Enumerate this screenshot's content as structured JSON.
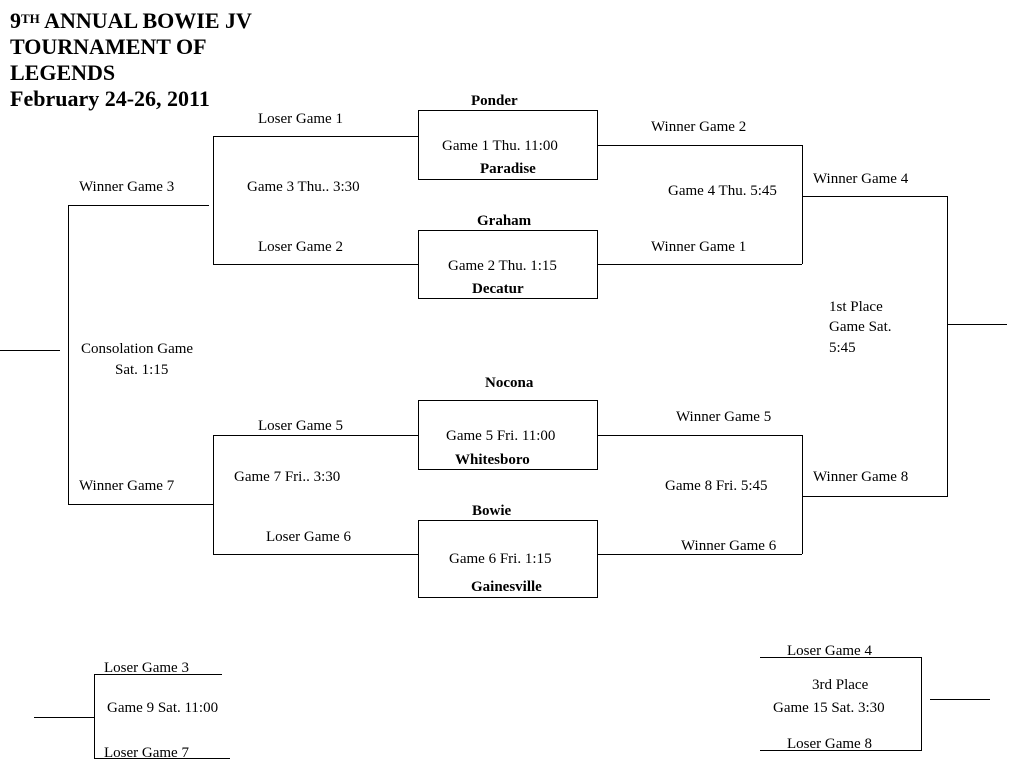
{
  "title": {
    "line1_num": "9",
    "line1_sup": "TH",
    "line1_rest": " ANNUAL BOWIE JV",
    "line2": "TOURNAMENT OF",
    "line3": "LEGENDS",
    "line4": "February 24-26, 2011"
  },
  "games": {
    "g1": {
      "team_top": "Ponder",
      "label": "Game 1 Thu. 11:00",
      "team_bottom": "Paradise"
    },
    "g2": {
      "team_top": "Graham",
      "label": "Game 2 Thu. 1:15",
      "team_bottom": "Decatur"
    },
    "g5": {
      "team_top": "Nocona",
      "label": "Game 5 Fri. 11:00",
      "team_bottom": "Whitesboro"
    },
    "g6": {
      "team_top": "Bowie",
      "label": "Game 6 Fri. 1:15",
      "team_bottom": "Gainesville"
    },
    "g3": {
      "label": "Game 3 Thu.. 3:30",
      "top": "Loser Game 1",
      "bottom": "Loser Game 2"
    },
    "g7": {
      "label": "Game 7 Fri.. 3:30",
      "top": "Loser Game 5",
      "bottom": "Loser Game 6"
    },
    "g4": {
      "label": "Game 4 Thu. 5:45",
      "top": "Winner Game 2",
      "bottom": "Winner Game 1"
    },
    "g8": {
      "label": "Game 8  Fri. 5:45",
      "top": "Winner Game 5",
      "bottom": "Winner Game 6"
    },
    "consolation": {
      "top": "Winner Game 3",
      "label_line1": "Consolation Game",
      "label_line2": "Sat. 1:15",
      "bottom": "Winner Game 7"
    },
    "first_place": {
      "top": "Winner Game 4",
      "label_line1": "1st Place",
      "label_line2": "Game Sat.",
      "label_line3": "5:45",
      "bottom": "Winner Game 8"
    },
    "g9": {
      "top": "Loser Game 3",
      "label": "Game 9 Sat. 11:00",
      "bottom": "Loser Game 7"
    },
    "third_place": {
      "top": "Loser Game 4",
      "label_line1": "3rd Place",
      "label_line2": "Game 15 Sat. 3:30",
      "bottom": "Loser Game 8"
    }
  }
}
